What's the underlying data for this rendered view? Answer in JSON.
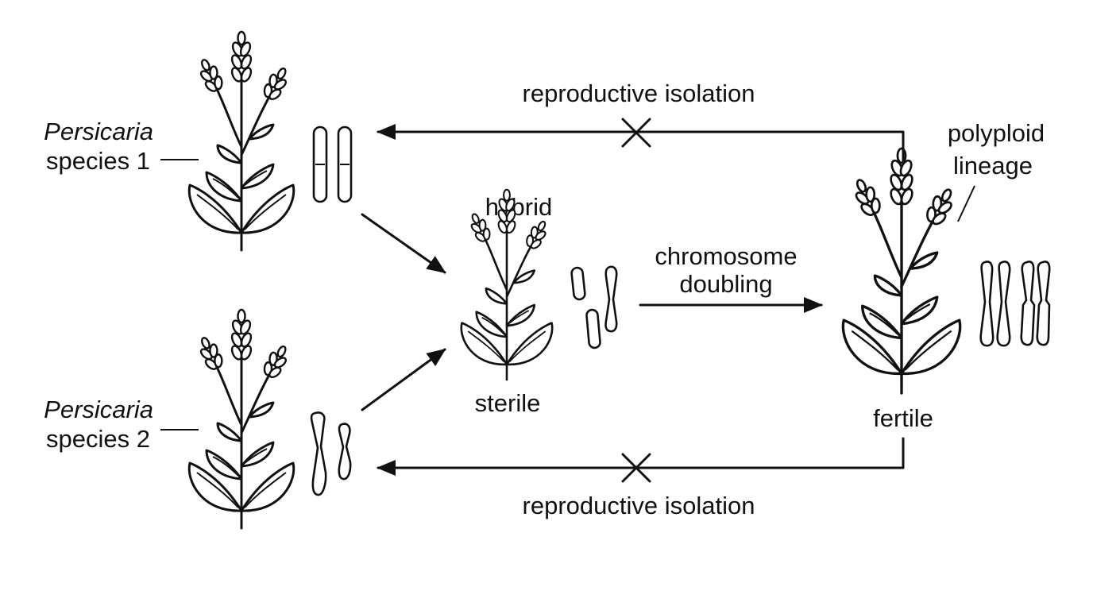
{
  "labels": {
    "species1_genus": "Persicaria",
    "species1_name": "species 1",
    "species2_genus": "Persicaria",
    "species2_name": "species 2",
    "hybrid": "hybrid",
    "sterile": "sterile",
    "process_line1": "chromosome",
    "process_line2": "doubling",
    "polyploid_line1": "polyploid",
    "polyploid_line2": "lineage",
    "fertile": "fertile",
    "isolation_top": "reproductive isolation",
    "isolation_bottom": "reproductive isolation"
  },
  "colors": {
    "ink": "#111111",
    "background": "#ffffff"
  }
}
